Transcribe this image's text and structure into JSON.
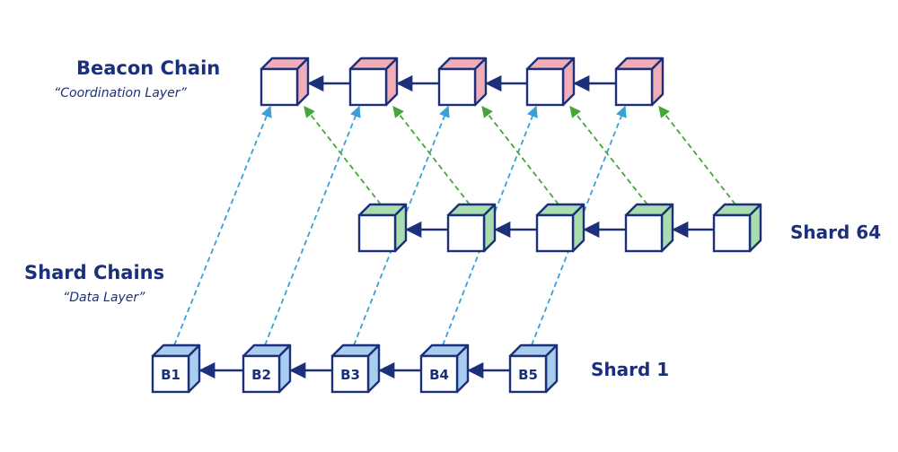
{
  "labels": {
    "beacon_title": "Beacon Chain",
    "beacon_subtitle": "“Coordination Layer”",
    "shard_chains_title": "Shard Chains",
    "shard_chains_subtitle": "“Data Layer”",
    "shard64_label": "Shard 64",
    "shard1_label": "Shard 1"
  },
  "shard1_blocks": [
    "B1",
    "B2",
    "B3",
    "B4",
    "B5"
  ],
  "colors": {
    "outline": "#1b2f7a",
    "beacon_accent": "#f1aeb8",
    "shard64_accent": "#a9ddb0",
    "shard1_accent": "#a9cdee",
    "shard1_link": "#3aa0d8",
    "shard64_link": "#45a63a"
  }
}
